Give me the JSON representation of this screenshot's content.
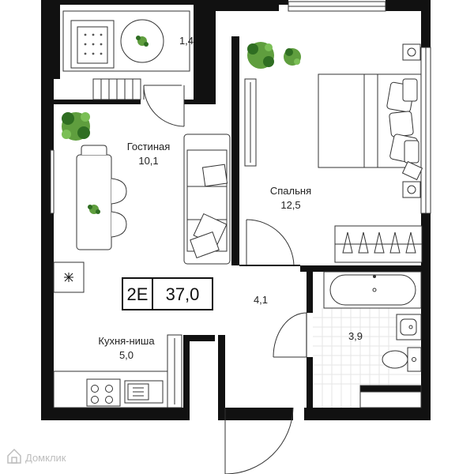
{
  "rooms": [
    {
      "id": "balcony",
      "area": "1,4"
    },
    {
      "id": "living",
      "name": "Гостиная",
      "area": "10,1"
    },
    {
      "id": "bedroom",
      "name": "Спальня",
      "area": "12,5"
    },
    {
      "id": "hall",
      "area": "4,1"
    },
    {
      "id": "kitchen",
      "name": "Кухня-ниша",
      "area": "5,0"
    },
    {
      "id": "bath",
      "area": "3,9"
    }
  ],
  "badge": {
    "type": "2E",
    "total": "37,0"
  },
  "watermark": {
    "text": "Домклик"
  },
  "colors": {
    "wall": "#111111",
    "plant": "#5f9e3e",
    "plant_dark": "#2f6e22",
    "tile": "#e6e6e6",
    "line": "#333333"
  }
}
